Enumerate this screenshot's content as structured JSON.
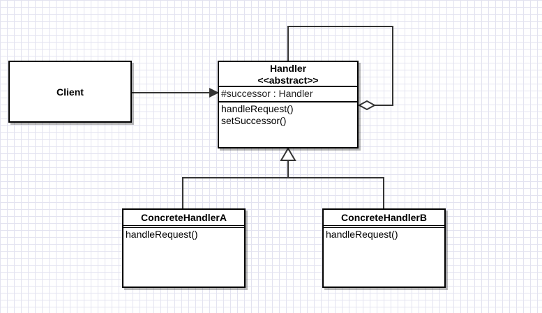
{
  "diagram": {
    "client": {
      "name": "Client"
    },
    "handler": {
      "name": "Handler",
      "stereotype": "<<abstract>>",
      "attributes": [
        "#successor : Handler"
      ],
      "operations": [
        "handleRequest()",
        "setSuccessor()"
      ]
    },
    "concrete_a": {
      "name": "ConcreteHandlerA",
      "operations": [
        "handleRequest()"
      ]
    },
    "concrete_b": {
      "name": "ConcreteHandlerB",
      "operations": [
        "handleRequest()"
      ]
    },
    "relationships": [
      {
        "type": "association",
        "from": "Client",
        "to": "Handler"
      },
      {
        "type": "aggregation",
        "from": "Handler",
        "to": "Handler"
      },
      {
        "type": "generalization",
        "from": "ConcreteHandlerA",
        "to": "Handler"
      },
      {
        "type": "generalization",
        "from": "ConcreteHandlerB",
        "to": "Handler"
      }
    ]
  }
}
